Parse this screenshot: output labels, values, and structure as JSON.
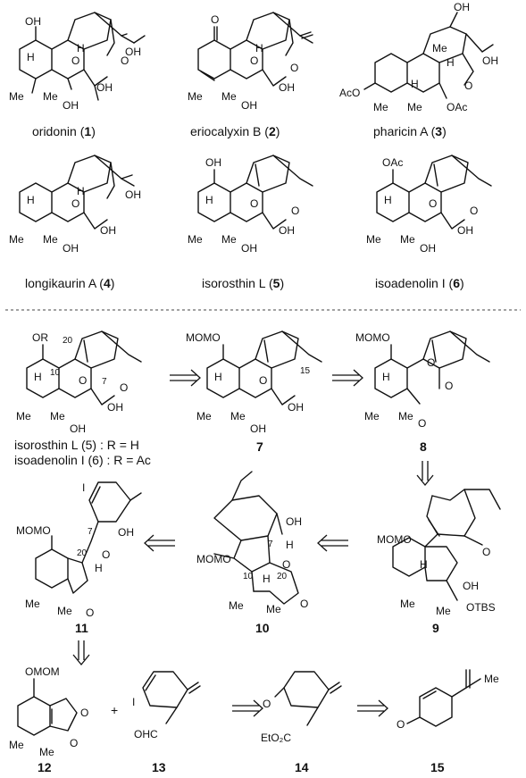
{
  "top_row": [
    {
      "name": "oridonin",
      "num": "1"
    },
    {
      "name": "eriocalyxin B",
      "num": "2"
    },
    {
      "name": "pharicin A",
      "num": "3"
    }
  ],
  "mid_row": [
    {
      "name": "longikaurin A",
      "num": "4"
    },
    {
      "name": "isorosthin L",
      "num": "5"
    },
    {
      "name": "isoadenolin I",
      "num": "6"
    }
  ],
  "retro": {
    "target_line1": "isorosthin L (5) : R = H",
    "target_line2": "isoadenolin I  (6) : R = Ac",
    "c7": "7",
    "c8": "8",
    "c9": "9",
    "c10": "10",
    "c11": "11",
    "c12": "12",
    "c13": "13",
    "c14": "14",
    "c15": "15",
    "plus": "+"
  },
  "atoms": {
    "OH": "OH",
    "O": "O",
    "Me": "Me",
    "H": "H",
    "AcO": "AcO",
    "OAc": "OAc",
    "OR": "OR",
    "MOMO": "MOMO",
    "OMOM": "OMOM",
    "I": "I",
    "OTBS": "OTBS",
    "OHC": "OHC",
    "EtO2C": "EtO₂C",
    "n20": "20",
    "n10": "10",
    "n7": "7",
    "n15": "15"
  }
}
